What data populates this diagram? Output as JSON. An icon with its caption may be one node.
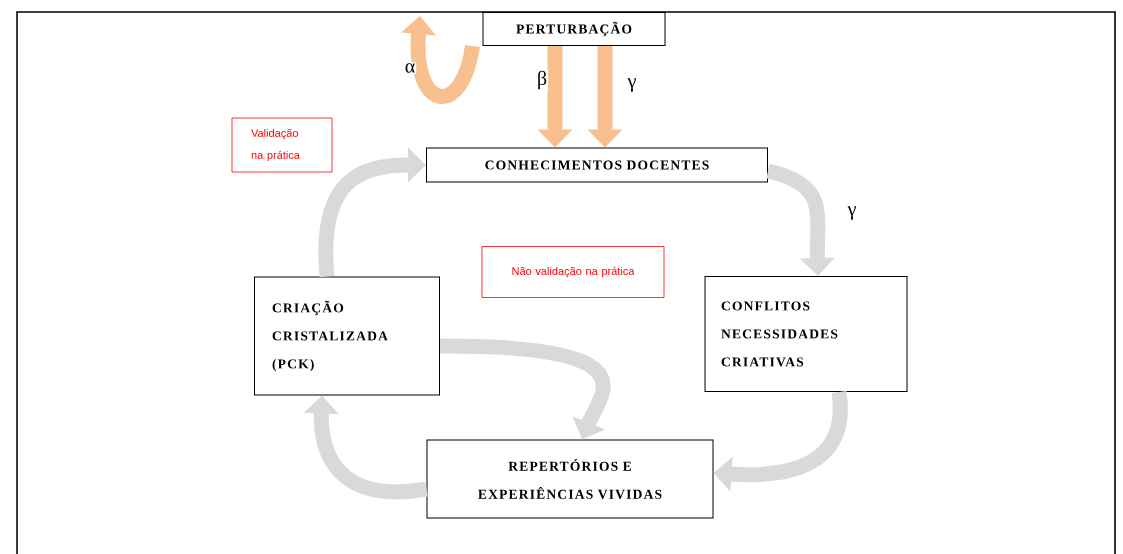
{
  "diagram": {
    "nodes": [
      {
        "text": [
          "PERTURBAÇÃO"
        ]
      },
      {
        "text": [
          "CONHECIMENTOS DOCENTES"
        ]
      },
      {
        "text": [
          "CONFLITOS NECESSIDADES CRIATIVAS"
        ]
      },
      {
        "text": [
          "REPERTÓRIOS E EXPERIÊNCIAS VIVIDAS"
        ]
      },
      {
        "text": [
          "CRIAÇÃO CRISTALIZADA (PCK)"
        ]
      },
      {
        "text": [
          "Validação na prática"
        ]
      },
      {
        "text": [
          "Não validação na prática"
        ]
      }
    ],
    "edges": [
      {
        "from": 0,
        "to": null,
        "arrow": "to",
        "label": "α",
        "color": "#f9c08f"
      },
      {
        "from": 0,
        "to": 1,
        "arrow": "to",
        "label": "β",
        "color": "#f9c08f"
      },
      {
        "from": 0,
        "to": 1,
        "arrow": "to",
        "label": "γ",
        "color": "#f9c08f"
      },
      {
        "from": 1,
        "to": 2,
        "arrow": "to",
        "label": "γ"
      },
      {
        "from": 2,
        "to": 3,
        "arrow": "to"
      },
      {
        "from": 3,
        "to": 4,
        "arrow": "to"
      },
      {
        "from": 4,
        "to": 1,
        "arrow": "to"
      },
      {
        "from": 4,
        "to": 3,
        "arrow": "to"
      }
    ]
  }
}
